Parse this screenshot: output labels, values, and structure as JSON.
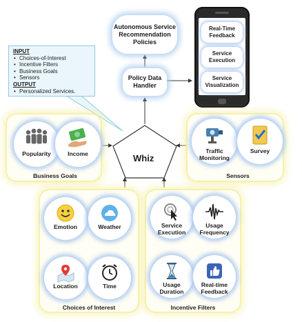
{
  "top_box": {
    "label": "Autonomous Service Recommendation Policies"
  },
  "policy_box": {
    "label": "Policy Data Handler"
  },
  "phone": {
    "cells": [
      "Real-Time Feedback",
      "Service Execution",
      "Service Visualization"
    ]
  },
  "callout": {
    "input_heading": "INPUT",
    "inputs": [
      "Choices-of-Interest",
      "Incentive Filters",
      "Business Goals",
      "Sensors"
    ],
    "output_heading": "OUTPUT",
    "outputs": [
      "Personalized Services."
    ]
  },
  "center": {
    "label": "Whiz"
  },
  "business_goals": {
    "title": "Business Goals",
    "items": [
      {
        "label": "Popularity",
        "icon": "people-icon"
      },
      {
        "label": "Income",
        "icon": "money-icon"
      }
    ]
  },
  "sensors": {
    "title": "Sensors",
    "items": [
      {
        "label": "Traffic Monitoring",
        "icon": "traffic-camera-icon"
      },
      {
        "label": "Survey",
        "icon": "survey-icon"
      }
    ]
  },
  "choices_of_interest": {
    "title": "Choices of Interest",
    "items": [
      {
        "label": "Emotion",
        "icon": "smiley-icon"
      },
      {
        "label": "Weather",
        "icon": "cloud-icon"
      },
      {
        "label": "Location",
        "icon": "map-pin-icon"
      },
      {
        "label": "Time",
        "icon": "alarm-clock-icon"
      }
    ]
  },
  "incentive_filters": {
    "title": "Incentive Filters",
    "items": [
      {
        "label": "Service Execution",
        "icon": "pointer-icon"
      },
      {
        "label": "Usage Frequency",
        "icon": "waveform-icon"
      },
      {
        "label": "Usage Duration",
        "icon": "hourglass-icon"
      },
      {
        "label": "Real-time Feedback",
        "icon": "thumbs-up-icon"
      }
    ]
  },
  "colors": {
    "halo_blue": "#adcdf0",
    "group_yellow": "#f5f0aa",
    "callout_bg": "#eaf6fb",
    "phone_body": "#2a2a2a"
  }
}
